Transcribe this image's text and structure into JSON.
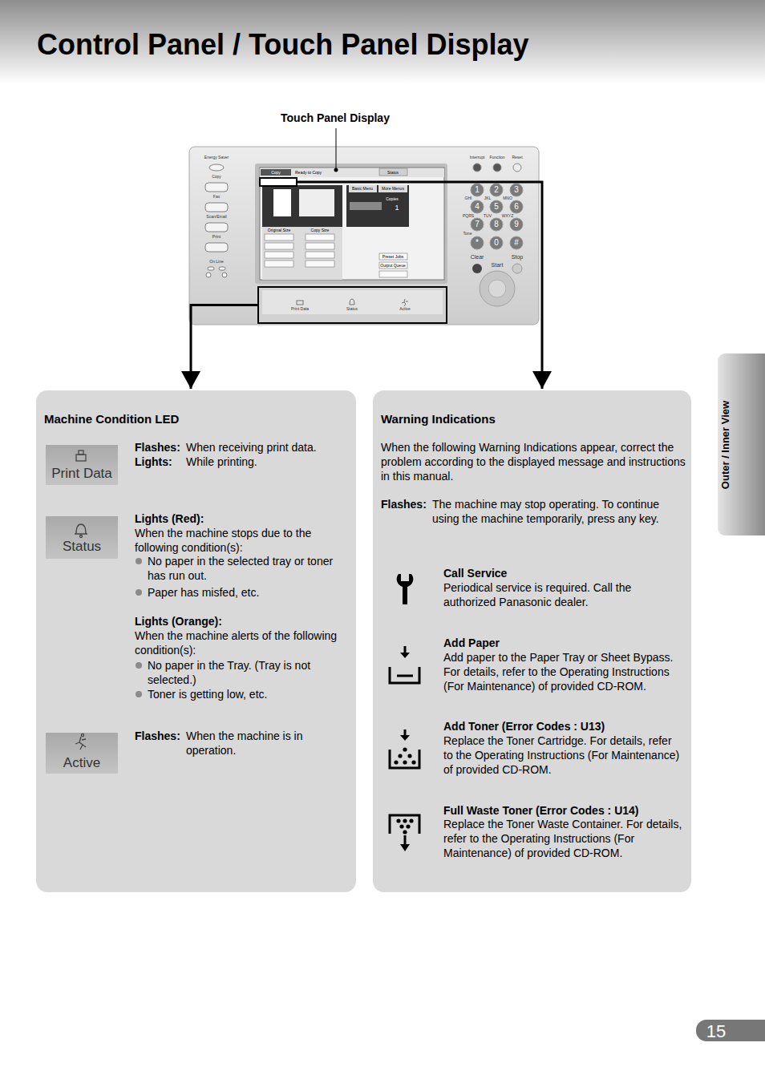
{
  "diagram": {
    "title": "Control Panel / Touch Panel Display",
    "nodes": [
      {
        "text": [
          "Print Data",
          "Status",
          "Active"
        ]
      },
      {
        "text": [
          "Machine Condition LED",
          "Flashes:",
          "When receiving print data.",
          "Lights:",
          "While printing.",
          "Lights (Red):",
          "When the machine stops due to the following condition(s):",
          "No paper in the selected tray or toner has run out.",
          "Paper has misfed, etc.",
          "Lights (Orange):",
          "When the machine alerts of the following condition(s):",
          "No paper in the Tray. (Tray is not selected.)",
          "Toner is getting low, etc.",
          "Flashes:",
          "When the machine is in operation."
        ]
      },
      {
        "text": [
          "Print Data"
        ],
        "in": 1
      },
      {
        "text": [
          "Status"
        ],
        "in": 1
      },
      {
        "text": [
          "Active"
        ],
        "in": 1
      },
      {
        "text": [
          "Warning Indications",
          "When the following Warning Indications appear, correct the problem according to the displayed message and instructions in this manual.",
          "Flashes:",
          "The machine may stop operating. To continue using the machine temporarily, press any key.",
          "Call Service",
          "Periodical service is required. Call the authorized Panasonic dealer.",
          "Add Paper",
          "Add paper to the Paper Tray or Sheet Bypass. For details, refer to the Operating Instructions (For Maintenance) of provided CD-ROM.",
          "Add Toner (Error Codes : U13)",
          "Replace the Toner Cartridge. For details, refer to the Operating Instructions (For Maintenance) of provided CD-ROM.",
          "Full Waste Toner (Error Codes : U14)",
          "Replace the Toner Waste Container. For details, refer to the Operating Instructions (For Maintenance) of provided CD-ROM."
        ]
      }
    ],
    "edges": [
      {
        "from": 0,
        "to": 1,
        "arrow": "to"
      }
    ],
    "labels": [
      "Touch Panel Display",
      "Outer / Inner View",
      "15",
      "Energy Saver",
      "Copy",
      "Fax",
      "Scan/Email",
      "Print",
      "On Line",
      "Interrupt",
      "Function",
      "Reset",
      "1",
      "2",
      "3",
      "4",
      "5",
      "6",
      "7",
      "8",
      "9",
      "*",
      "0",
      "#",
      "GHI",
      "JKL",
      "MNO",
      "PQRS",
      "TUV",
      "WXYZ",
      "Tone",
      "Clear",
      "Stop",
      "Start",
      "Copy",
      "Ready to Copy",
      "Status",
      "Basic Menu",
      "More Menus",
      "Copies",
      "1",
      "Original Size",
      "Copy Size",
      "Preset Jobs",
      "Output Queue"
    ]
  }
}
